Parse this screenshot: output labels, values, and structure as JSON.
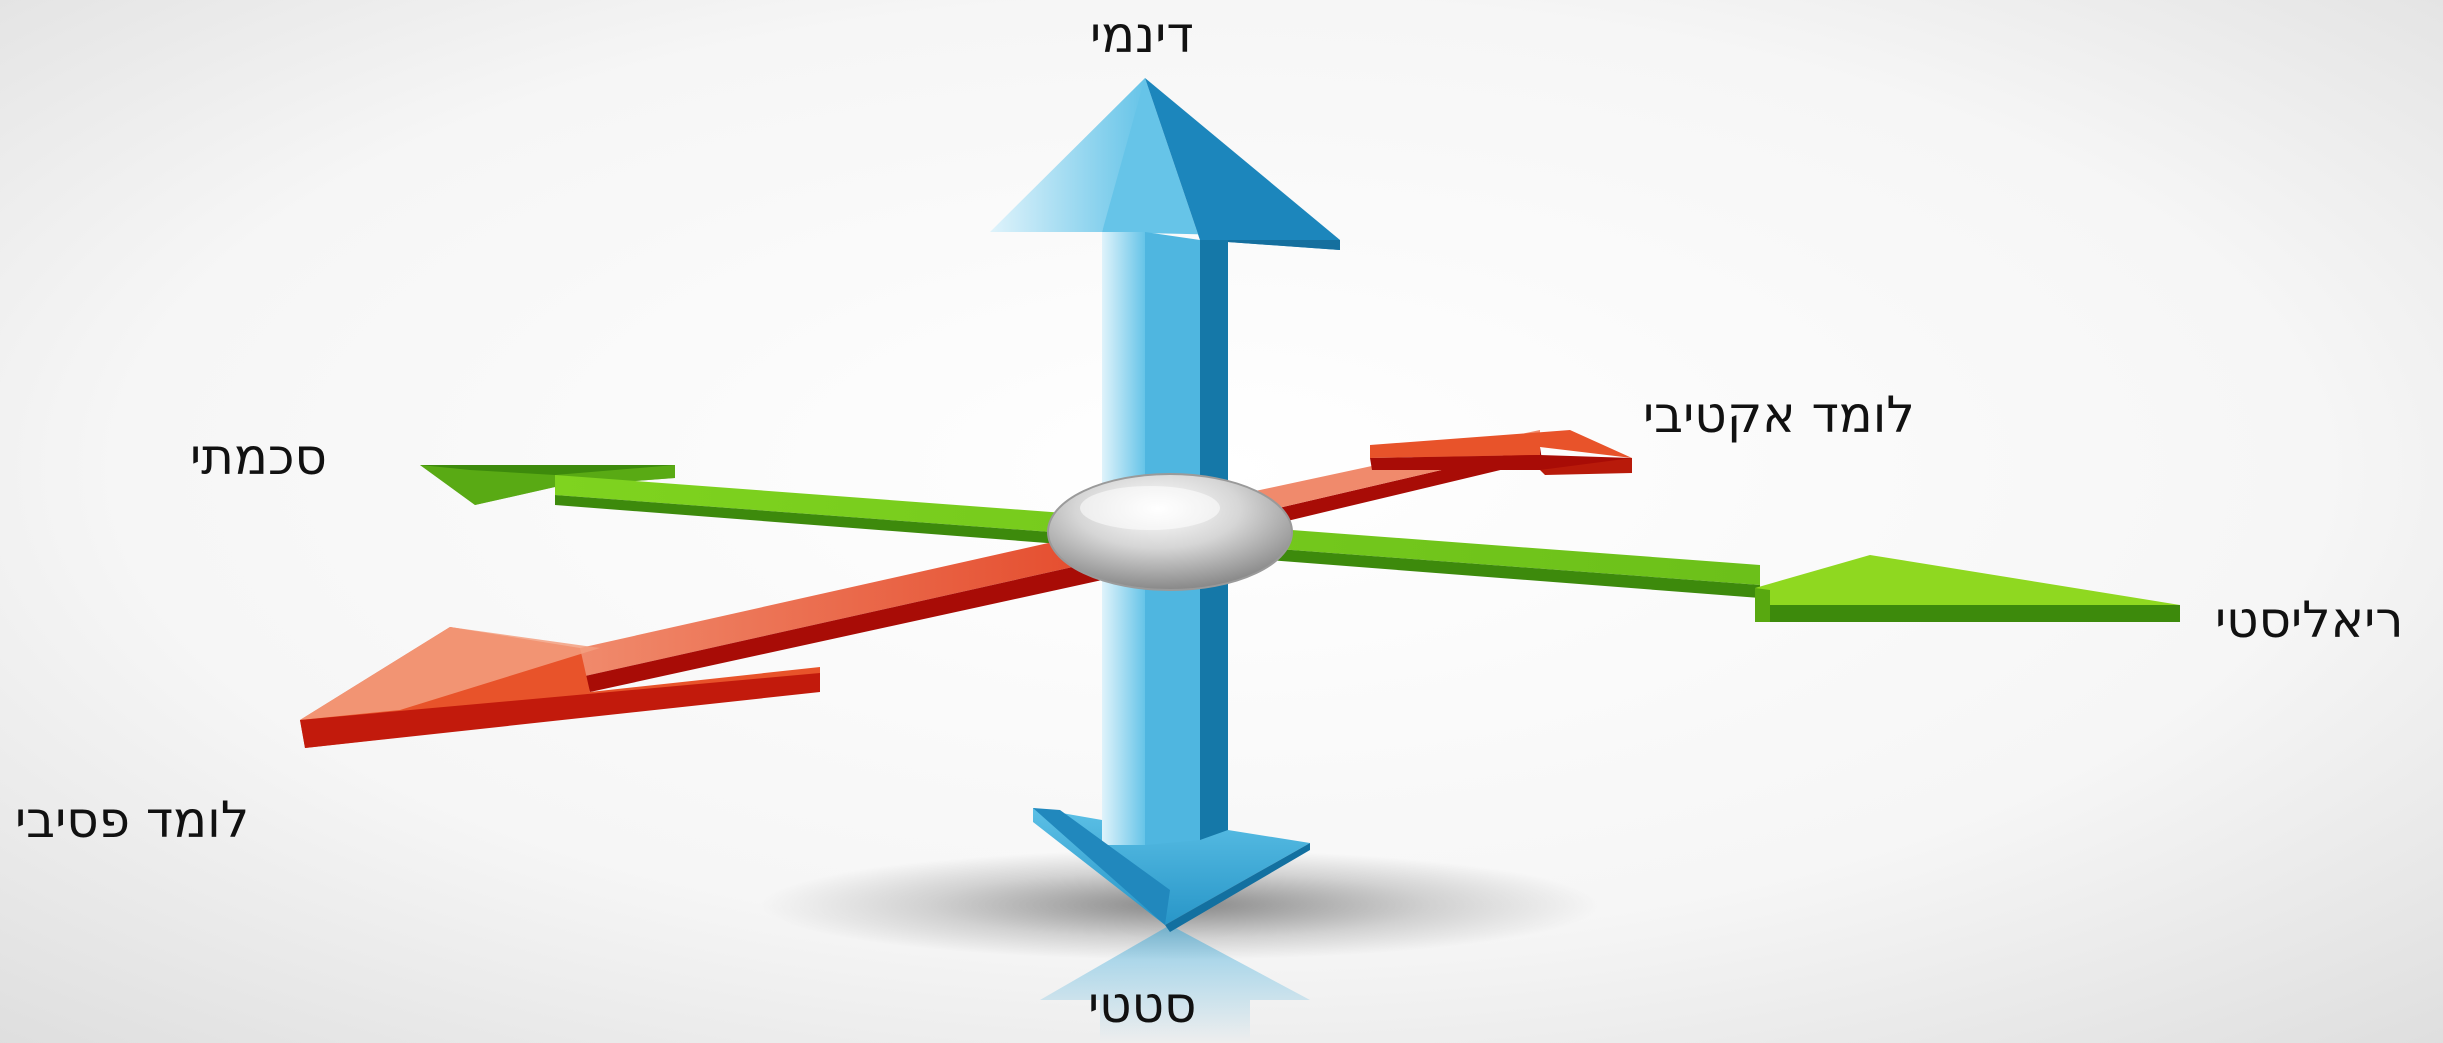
{
  "labels": {
    "top": "דינמי",
    "bottom": "סטטי",
    "left_green": "סכמתי",
    "right_green": "ריאליסטי",
    "right_red": "לומד אקטיבי",
    "left_red": "לומד פסיבי"
  },
  "colors": {
    "blue_light": "#8fd5ef",
    "blue": "#3aa8d8",
    "blue_dark": "#1578a8",
    "green_light": "#9fe02a",
    "green": "#6cc01a",
    "green_dark": "#3d8a0c",
    "red_light": "#f3a080",
    "red": "#e8532a",
    "red_dark": "#a80c06",
    "sphere_light": "#ffffff",
    "sphere_dark": "#8c8c8c"
  }
}
